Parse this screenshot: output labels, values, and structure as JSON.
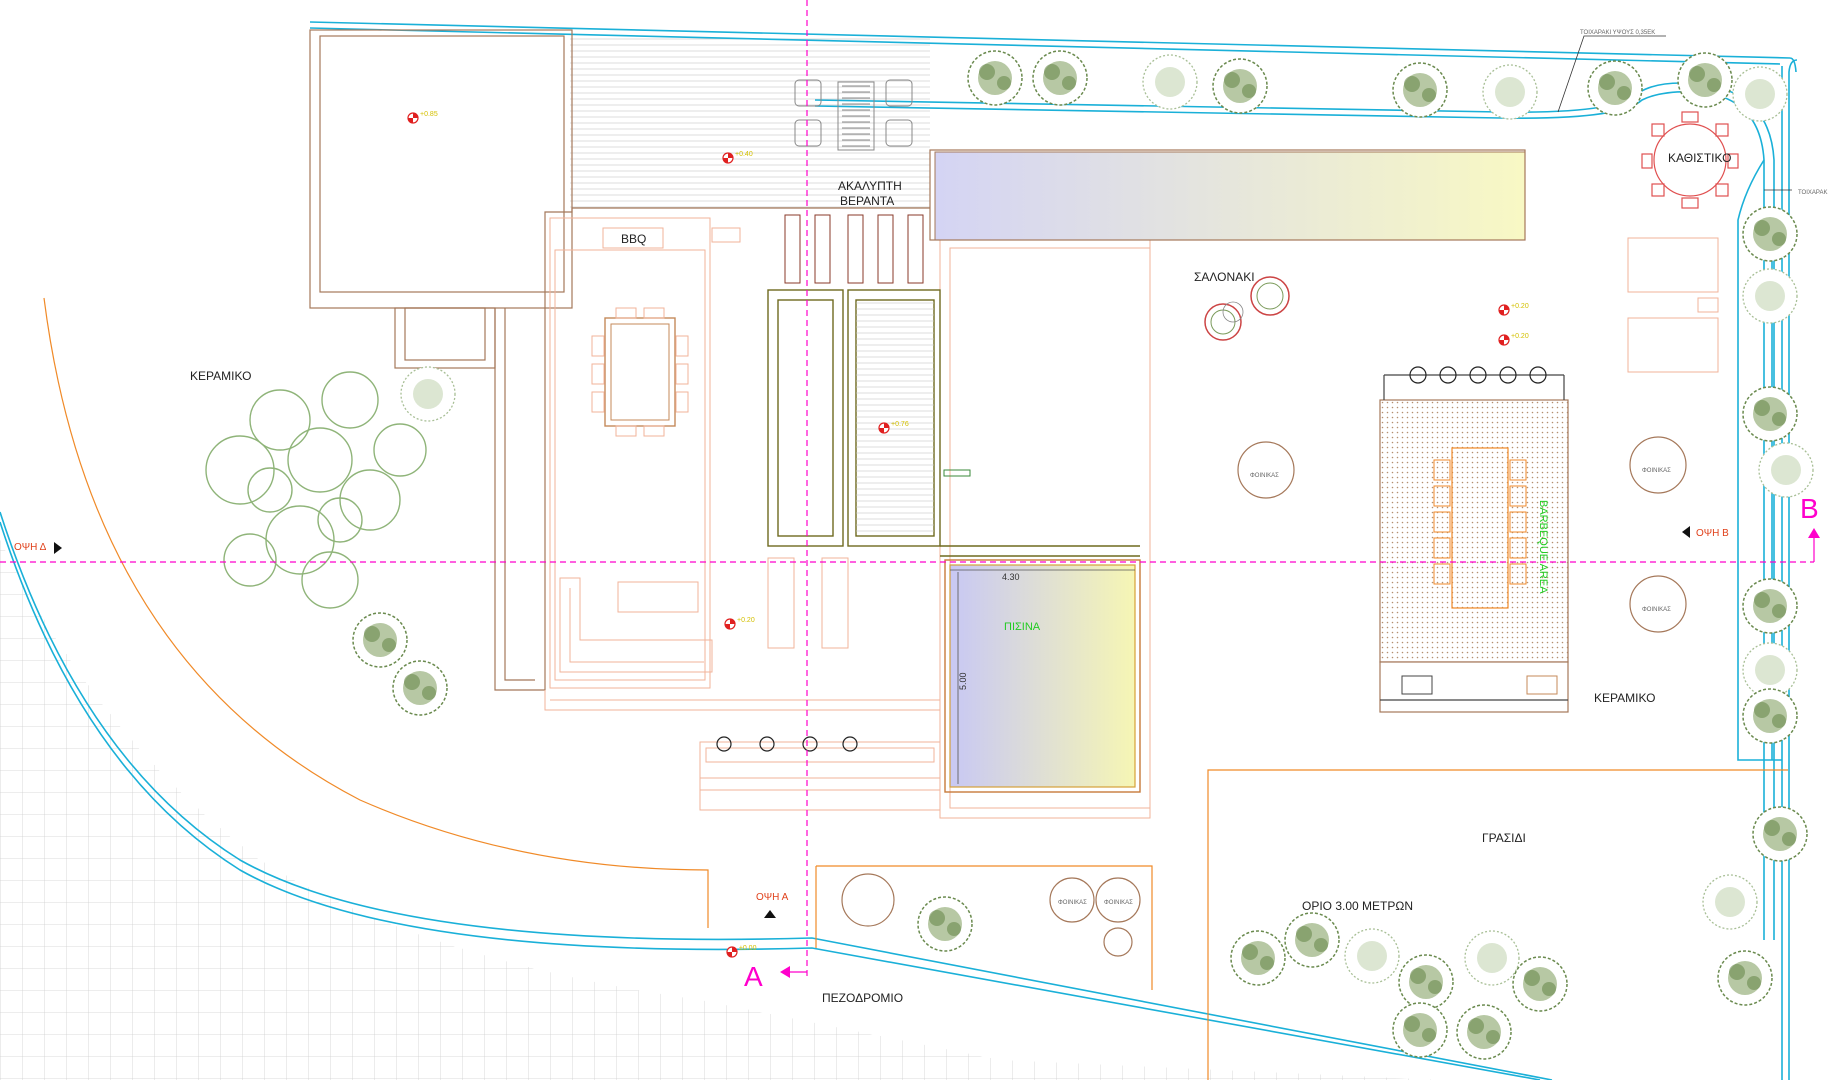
{
  "labels": {
    "keramiko_left": "ΚΕΡΑΜΙΚΟ",
    "keramiko_right": "ΚΕΡΑΜΙΚΟ",
    "akalypti": "ΑΚΑΛΥΠΤΗ",
    "veranta": "ΒΕΡΑΝΤΑ",
    "bbq": "BBQ",
    "saloni": "ΣΑΛΟΝΑΚΙ",
    "kathistiko": "ΚΑΘΙΣΤΙΚΟ",
    "pisina": "ΠΙΣΙΝΑ",
    "barbeque": "BARBEQUE AREA",
    "grasidi": "ΓΡΑΣΙΔΙ",
    "orio": "ΟΡΙΟ 3.00 ΜΕΤΡΩΝ",
    "pezodromio": "ΠΕΖΟΔΡΟΜΙΟ",
    "wall_note": "ΤΟΙΧΑΡΑΚΙ ΥΨΟΥΣ 0,35ΕΚ",
    "wall_note2": "ΤΟΙΧΑΡΑΚ",
    "foinikas": "ΦΟΙΝΙΚΑΣ"
  },
  "views": {
    "opsi_a": "ΟΨΗ Α",
    "opsi_b": "ΟΨΗ Β",
    "opsi_d": "ΟΨΗ Δ",
    "section_a": "A",
    "section_b": "B"
  },
  "dimensions": {
    "pool_width": "4.30",
    "pool_length": "5.00"
  },
  "levels": {
    "l1": "+0.85",
    "l2": "+0.40",
    "l3": "+0.76",
    "l4": "+0.20",
    "l5": "+0.20",
    "l6": "+0.20",
    "l7": "±0.00"
  },
  "colors": {
    "boundary": "#1ab0d8",
    "structure": "#a5785a",
    "landscape": "#f08a28",
    "section_line": "#ff00cc",
    "pool_gradient_start": "#c8c8f4",
    "pool_gradient_end": "#f6f6b4"
  }
}
